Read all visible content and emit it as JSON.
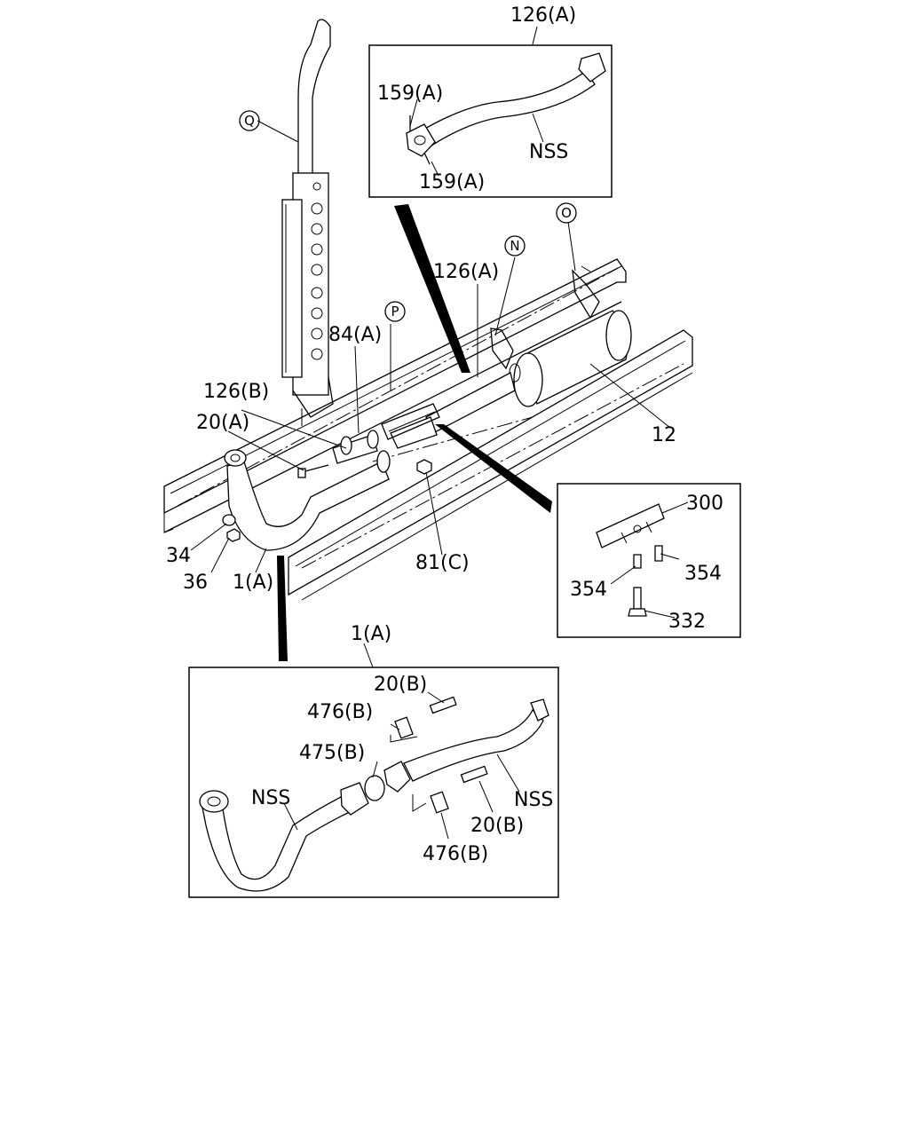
{
  "diagram": {
    "labels": {
      "l126a_top": "126(A)",
      "l159a_1": "159(A)",
      "l159a_2": "159(A)",
      "nss_top": "NSS",
      "l126a_mid": "126(A)",
      "l84a": "84(A)",
      "l126b": "126(B)",
      "l20a": "20(A)",
      "l12": "12",
      "l34": "34",
      "l36": "36",
      "l1a": "1(A)",
      "l81c": "81(C)",
      "l300": "300",
      "l354_r": "354",
      "l354_l": "354",
      "l332": "332",
      "l1a_detail": "1(A)",
      "l20b_1": "20(B)",
      "l476b_1": "476(B)",
      "l475b": "475(B)",
      "nss_left": "NSS",
      "nss_right": "NSS",
      "l20b_2": "20(B)",
      "l476b_2": "476(B)"
    },
    "callouts": {
      "Q": "Q",
      "O": "O",
      "N": "N",
      "P": "P"
    }
  }
}
